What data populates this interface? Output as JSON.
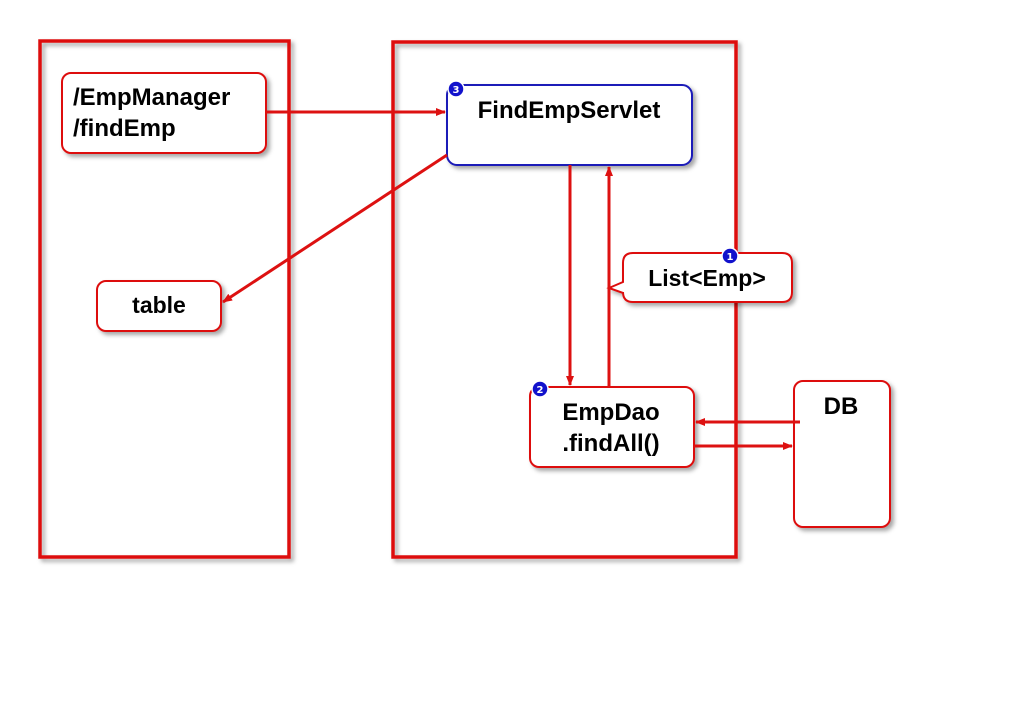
{
  "colors": {
    "frame": "#dd1111",
    "arrow": "#dd1111",
    "servlet_border": "#1a1ab8",
    "badge": "#1111cc",
    "text": "#000000"
  },
  "diagram": {
    "nodes": {
      "url_line1": "/EmpManager",
      "url_line2": "/findEmp",
      "table": "table",
      "servlet": "FindEmpServlet",
      "list_callout": "List<Emp>",
      "dao_line1": "EmpDao",
      "dao_line2": ".findAll()",
      "db": "DB"
    },
    "badges": {
      "servlet": "3",
      "list": "1",
      "dao": "2"
    }
  }
}
